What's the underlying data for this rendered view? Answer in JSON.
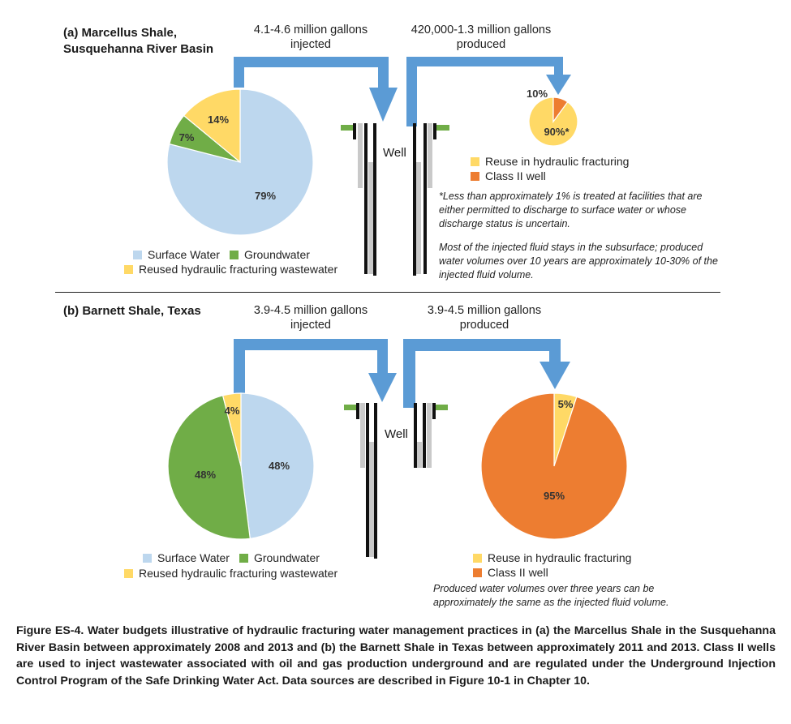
{
  "colors": {
    "surface_water": "#bdd7ee",
    "groundwater": "#70ad47",
    "reused": "#ffd966",
    "class_ii": "#ed7d31",
    "arrow": "#5b9bd5",
    "well_black": "#111111",
    "well_gray": "#c9c9c9",
    "ground_green": "#70ad47"
  },
  "panel_a": {
    "title_line1": "(a) Marcellus Shale,",
    "title_line2": "Susquehanna River Basin",
    "injected_amount": "4.1-4.6 million gallons",
    "injected_word": "injected",
    "produced_amount": "420,000-1.3 million gallons",
    "produced_word": "produced",
    "well_label": "Well",
    "source_legend": {
      "surface_water": "Surface Water",
      "groundwater": "Groundwater",
      "reused": "Reused hydraulic fracturing wastewater"
    },
    "fate_legend": {
      "reuse": "Reuse in hydraulic fracturing",
      "class_ii": "Class II well"
    },
    "note_1": "*Less than approximately 1% is treated at facilities that are either permitted to discharge to surface water or whose discharge status is uncertain.",
    "note_2": "Most of the injected fluid stays in the subsurface; produced water volumes over 10 years are approximately 10-30% of the injected fluid volume."
  },
  "panel_b": {
    "title": "(b) Barnett Shale, Texas",
    "injected_amount": "3.9-4.5 million gallons",
    "injected_word": "injected",
    "produced_amount": "3.9-4.5 million gallons",
    "produced_word": "produced",
    "well_label": "Well",
    "source_legend": {
      "surface_water": "Surface Water",
      "groundwater": "Groundwater",
      "reused": "Reused hydraulic fracturing wastewater"
    },
    "fate_legend": {
      "reuse": "Reuse in hydraulic fracturing",
      "class_ii": "Class II well"
    },
    "note": "Produced water volumes over three years can be approximately the same as the injected fluid volume."
  },
  "chart_data": [
    {
      "type": "pie",
      "id": "a_source",
      "slices": [
        {
          "name": "Surface Water",
          "value": 79,
          "label": "79%"
        },
        {
          "name": "Groundwater",
          "value": 7,
          "label": "7%"
        },
        {
          "name": "Reused hydraulic fracturing wastewater",
          "value": 14,
          "label": "14%"
        }
      ]
    },
    {
      "type": "pie",
      "id": "a_fate",
      "slices": [
        {
          "name": "Reuse in hydraulic fracturing",
          "value": 90,
          "label": "90%*"
        },
        {
          "name": "Class II well",
          "value": 10,
          "label": "10%"
        }
      ]
    },
    {
      "type": "pie",
      "id": "b_source",
      "slices": [
        {
          "name": "Surface Water",
          "value": 48,
          "label": "48%"
        },
        {
          "name": "Groundwater",
          "value": 48,
          "label": "48%"
        },
        {
          "name": "Reused hydraulic fracturing wastewater",
          "value": 4,
          "label": "4%"
        }
      ]
    },
    {
      "type": "pie",
      "id": "b_fate",
      "slices": [
        {
          "name": "Reuse in hydraulic fracturing",
          "value": 5,
          "label": "5%"
        },
        {
          "name": "Class II well",
          "value": 95,
          "label": "95%"
        }
      ]
    }
  ],
  "caption": "Figure ES-4. Water budgets illustrative of hydraulic fracturing water management practices in (a) the Marcellus Shale in the Susquehanna River Basin between approximately 2008 and 2013 and (b) the Barnett Shale in Texas between approximately 2011 and 2013. Class II wells are used to inject wastewater associated with oil and gas production underground and are regulated under the Underground Injection Control Program of the Safe Drinking Water Act. Data sources are described in Figure 10-1 in Chapter 10."
}
